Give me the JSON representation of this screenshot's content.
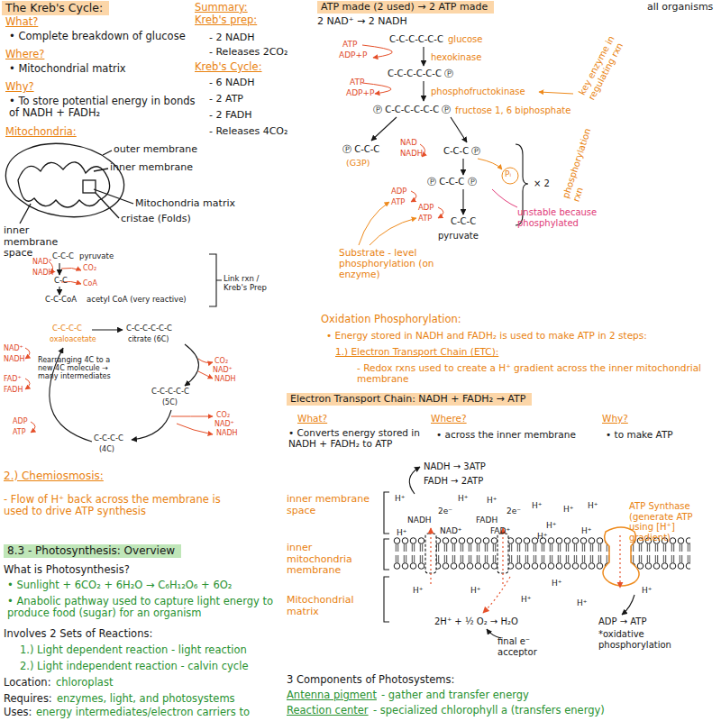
{
  "diagram": {
    "nodes": [
      {
        "text": [
          "The Kreb's Cycle:"
        ]
      },
      {
        "text": [
          "ATP made (2 used) → 2 ATP made"
        ]
      },
      {
        "text": [
          "Electron Transport Chain: NADH + FADH₂ → ATP"
        ]
      },
      {
        "text": [
          "8.3 - Photosynthesis: Overview"
        ]
      }
    ],
    "labels": [
      "What?",
      "• Complete breakdown of glucose",
      "Where?",
      "• Mitochondrial matrix",
      "Why?",
      "• To store potential energy in bonds of NADH + FADH₂",
      "Mitochondria:",
      "Summary:",
      "Kreb's prep:",
      "- 2 NADH",
      "- Releases 2CO₂",
      "Kreb's Cycle:",
      "- 6 NADH",
      "- 2 ATP",
      "- 2 FADH",
      "- Releases 4CO₂",
      "outer membrane",
      "inner membrane",
      "Mitochondria matrix",
      "cristae (Folds)",
      "inner membrane space",
      "C-C-C",
      "pyruvate",
      "NAD⁺",
      "NADH",
      "CO₂",
      "C-C",
      "CoA",
      "C-C-CoA",
      "acetyl CoA (very reactive)",
      "Link rxn / Kreb's Prep",
      "C-C-C-C",
      "oxaloacetate",
      "C-C-C-C-C-C",
      "citrate (6C)",
      "NAD⁺",
      "NADH",
      "Rearranging 4C to a new 4C molecule → many intermediates",
      "FAD⁺",
      "FADH",
      "CO₂",
      "NAD⁺",
      "NADH",
      "C-C-C-C-C",
      "(5C)",
      "CO₂",
      "NAD⁺",
      "NADH",
      "ADP",
      "ATP",
      "C-C-C-C",
      "(4C)",
      "2.) Chemiosmosis:",
      "- Flow of H⁺ back across the membrane is used to drive ATP synthesis",
      "What is Photosynthesis?",
      "• Sunlight + 6CO₂ + 6H₂O → C₆H₁₂O₆ + 6O₂",
      "• Anabolic pathway used to capture light energy to produce food (sugar) for an organism",
      "Involves 2 Sets of Reactions:",
      "1.) Light dependent reaction - light reaction",
      "2.) Light independent reaction - calvin cycle",
      "Location:",
      "chloroplast",
      "Requires:",
      "enzymes, light, and photosystems",
      "Uses:",
      "energy intermediates/electron carriers to",
      "2 NAD⁺ → 2 NADH",
      "all organisms",
      "C-C-C-C-C-C",
      "glucose",
      "ATP",
      "ADP+P",
      "hexokinase",
      "C-C-C-C-C-C Ⓟ",
      "ATP",
      "ADP+P",
      "phosphofructokinase",
      "Ⓟ C-C-C-C-C-C Ⓟ",
      "fructose 1, 6 biphosphate",
      "key enzyme in regulating rxn",
      "Ⓟ C-C-C",
      "(G3P)",
      "NAD",
      "NADH",
      "C-C-C Ⓟ",
      "Pᵢ",
      "phosphorylation rxn",
      "Ⓟ C-C-C Ⓟ",
      "× 2",
      "ADP",
      "ATP",
      "ADP",
      "ATP",
      "C-C-C",
      "pyruvate",
      "unstable because phosphylated",
      "Substrate - level phosphorylation (on enzyme)",
      "Oxidation Phosphorylation:",
      "• Energy stored in NADH and FADH₂ is used to make ATP in 2 steps:",
      "1.) Electron Transport Chain (ETC):",
      "- Redox rxns used to create a H⁺ gradient across the inner mitochondrial membrane",
      "What?",
      "• Converts energy stored in NADH + FADH₂ to ATP",
      "Where?",
      "• across the inner membrane",
      "Why?",
      "• to make ATP",
      "NADH → 3ATP",
      "FADH → 2ATP",
      "inner membrane space",
      "inner mitochondria membrane",
      "Mitochondrial matrix",
      "NADH",
      "2e⁻",
      "NAD⁺",
      "FADH",
      "2e⁻",
      "FAD⁺",
      "ATP Synthase (generate ATP using [H⁺] gradient)",
      "2H⁺ + ½ O₂ → H₂O",
      "final e⁻ acceptor",
      "ADP → ATP",
      "*oxidative phosphorylation",
      "3 Components of Photosystems:",
      "Antenna pigment",
      "- gather and transfer energy",
      "Reaction center",
      "- specialized chlorophyll a (transfers energy)",
      "H⁺",
      "H⁺",
      "H⁺",
      "H⁺",
      "H⁺",
      "H⁺",
      "H⁺",
      "H⁺",
      "H⁺",
      "H⁺",
      "H⁺",
      "H⁺",
      "H⁺",
      "H⁺",
      "H⁺",
      "H⁺"
    ]
  }
}
